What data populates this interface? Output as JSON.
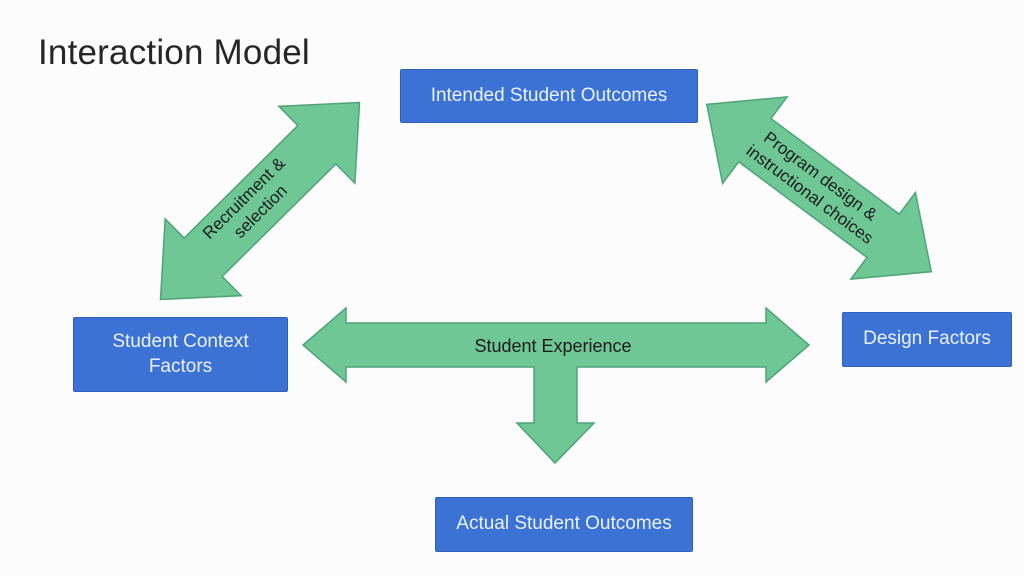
{
  "slide": {
    "title": "Interaction Model"
  },
  "colors": {
    "background": "#fcfcfc",
    "box_fill": "#3d72d5",
    "box_border": "#2e5fc0",
    "box_text": "#e9f1fd",
    "arrow_fill": "#6ec795",
    "arrow_border": "#4fa377",
    "arrow_text": "#1c1c1c",
    "title_text": "#262626"
  },
  "nodes": {
    "intended": {
      "label": "Intended Student Outcomes"
    },
    "student_context": {
      "label": "Student Context Factors"
    },
    "design": {
      "label": "Design Factors"
    },
    "actual": {
      "label": "Actual Student Outcomes"
    }
  },
  "arrows": {
    "recruitment": {
      "line1": "Recruitment &",
      "line2": "selection",
      "type": "double-headed diagonal",
      "connects": "Student Context Factors <-> Intended Student Outcomes"
    },
    "program_design": {
      "line1": "Program design &",
      "line2": "instructional choices",
      "type": "double-headed diagonal",
      "connects": "Intended Student Outcomes <-> Design Factors"
    },
    "student_experience": {
      "label": "Student Experience",
      "type": "double-headed horizontal with downward branch",
      "connects": "Student Context Factors <-> Design Factors, down to Actual Student Outcomes"
    }
  }
}
